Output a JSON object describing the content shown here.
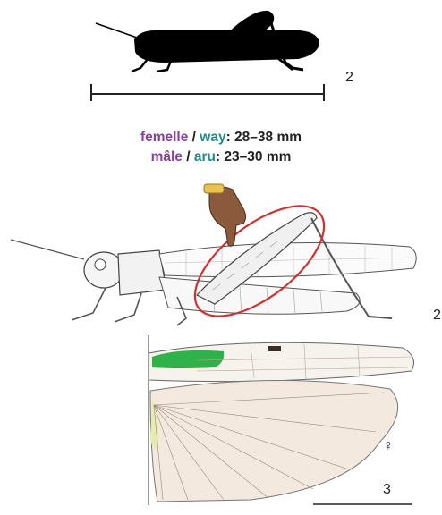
{
  "figure_numbers": {
    "top": "2",
    "middle": "2",
    "bottom": "3"
  },
  "size_female": {
    "fr": "femelle",
    "sep": " / ",
    "local": "way",
    "value": ": 28–38 mm"
  },
  "size_male": {
    "fr": "mâle",
    "sep": " / ",
    "local": "aru",
    "value": ": 23–30 mm"
  },
  "female_symbol": "♀",
  "colors": {
    "purple": "#8a3ea0",
    "teal": "#1f8c8c",
    "highlight_ring": "#d03030",
    "wing_green": "#2fb24a"
  },
  "icons": [
    "grasshopper-silhouette",
    "pointing-hand-icon",
    "grasshopper-drawing",
    "wings-photo"
  ]
}
